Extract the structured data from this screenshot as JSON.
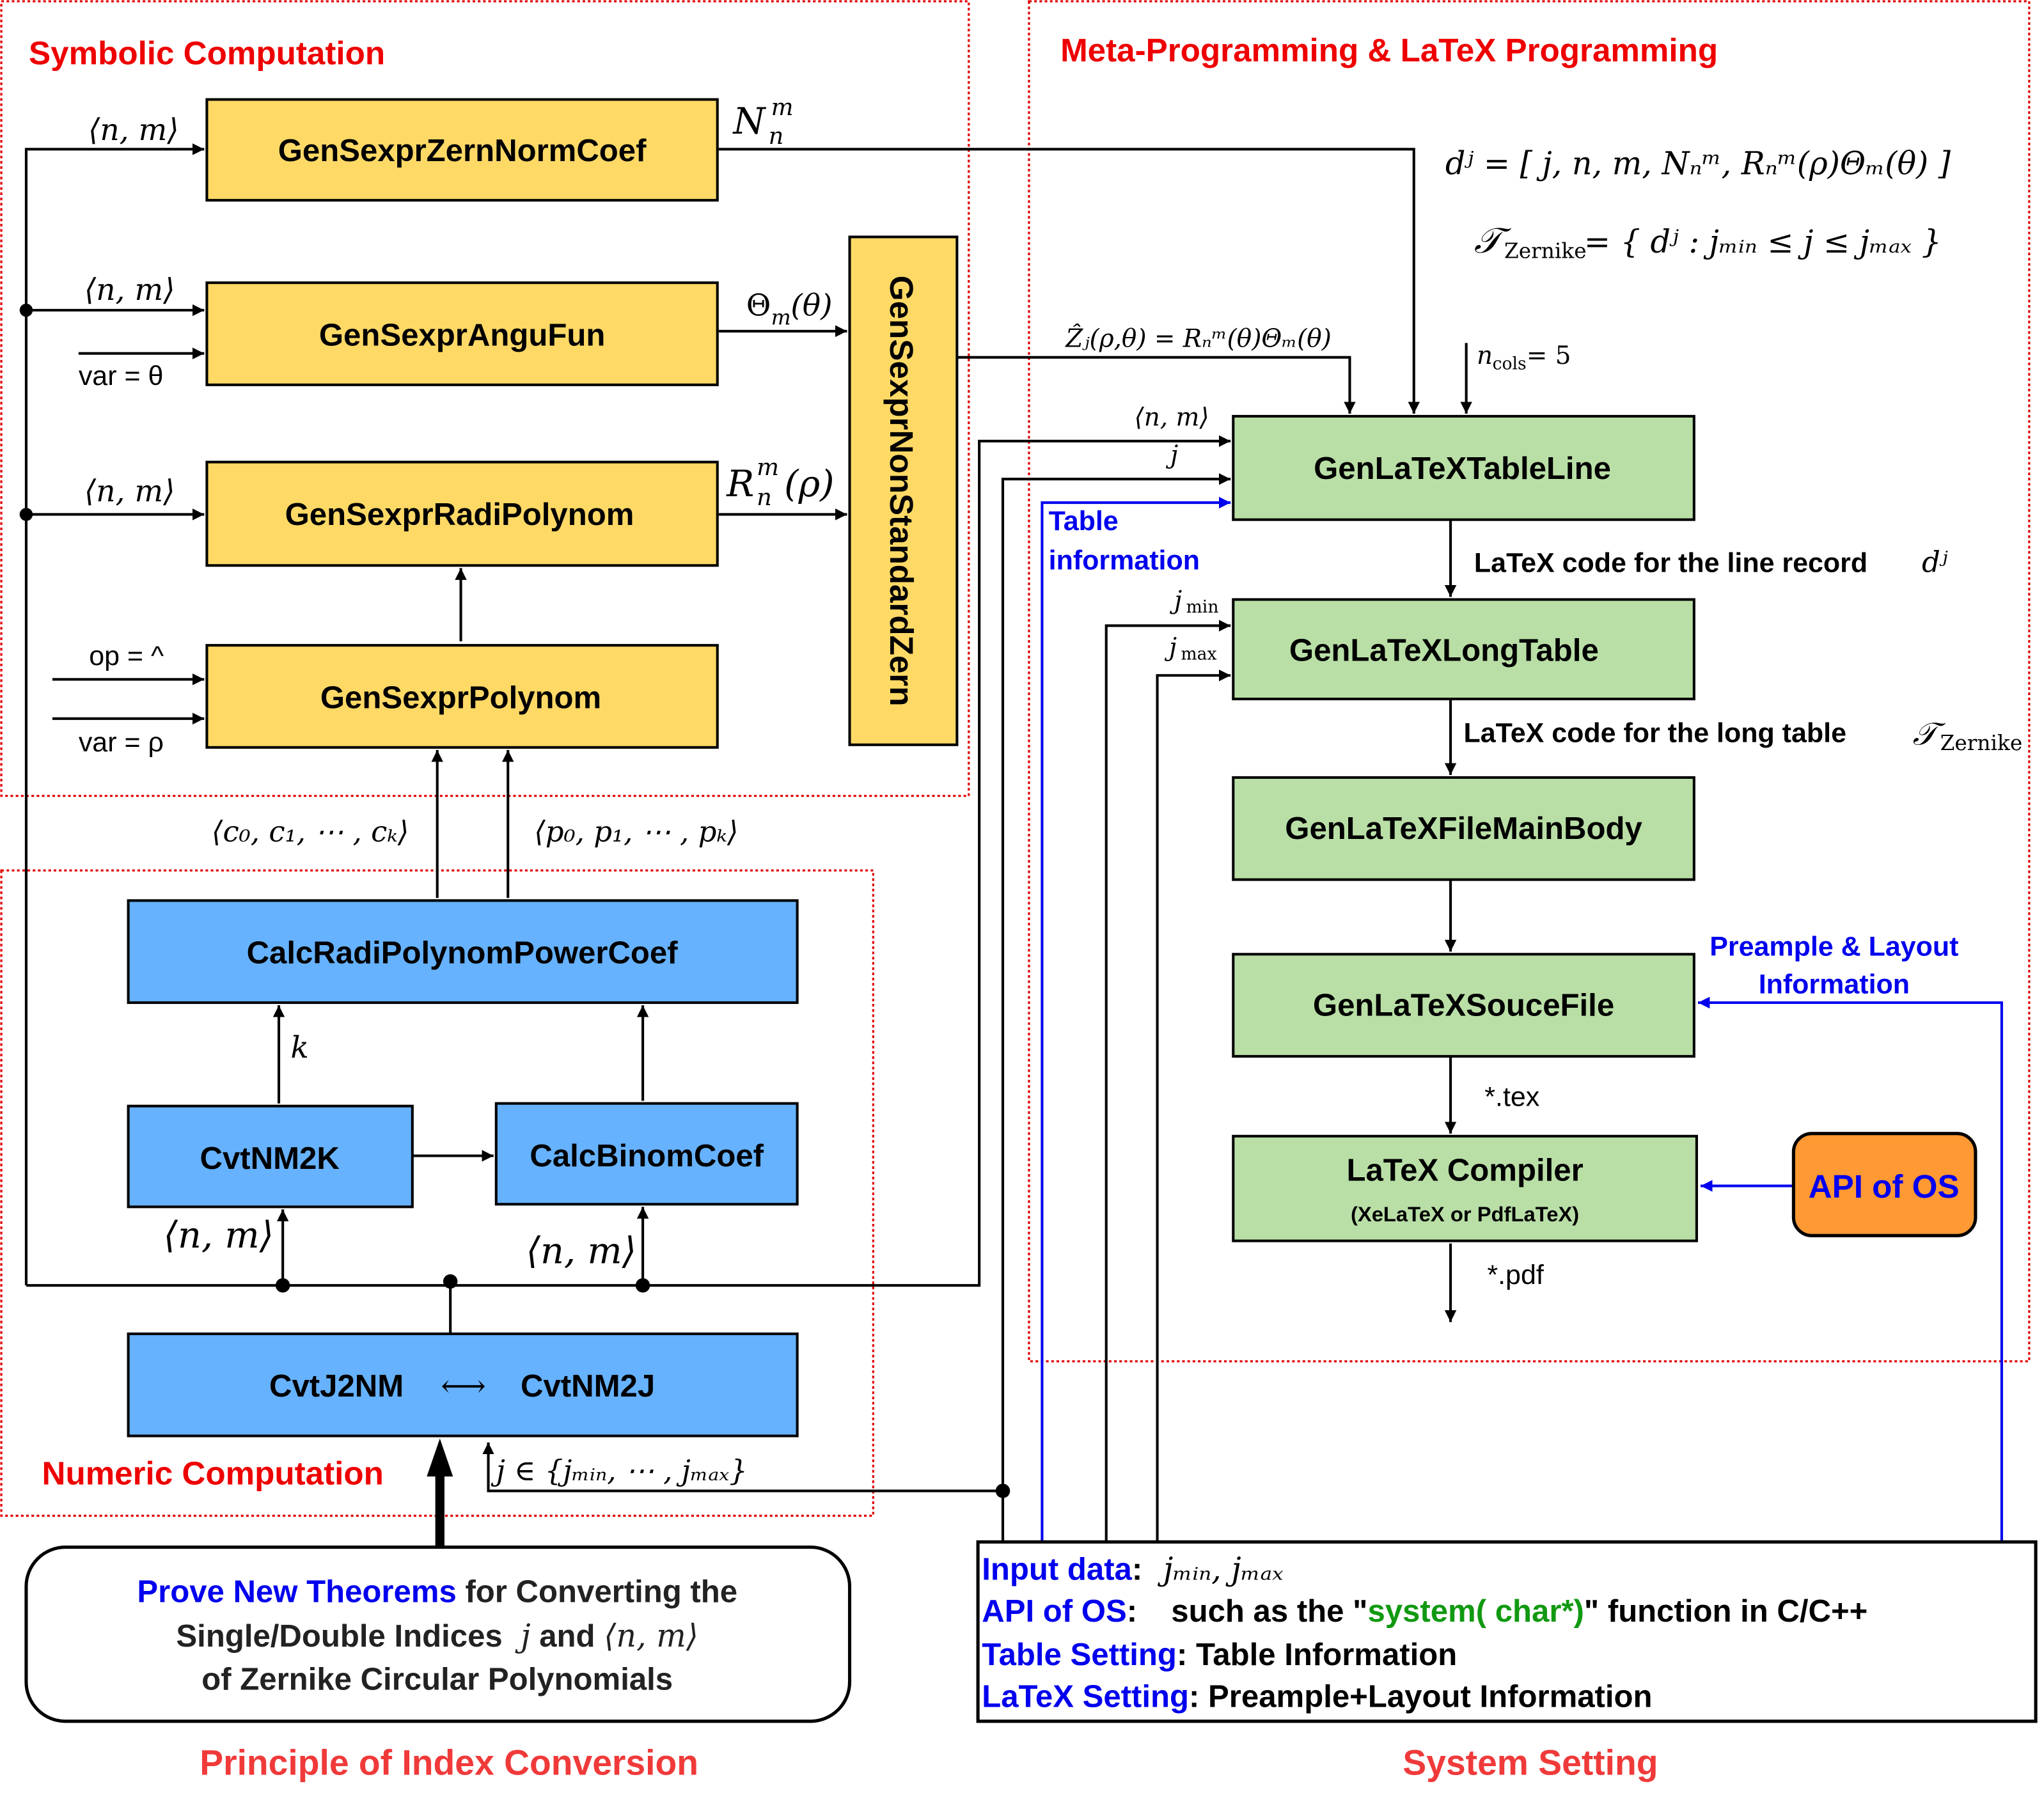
{
  "regions": {
    "symbolic": "Symbolic Computation",
    "meta": "Meta-Programming & LaTeX Programming",
    "numeric": "Numeric Computation",
    "principle": "Principle of Index Conversion",
    "system": "System Setting"
  },
  "symbolic_boxes": {
    "zern_norm_coef": "GenSexprZernNormCoef",
    "angu_fun": "GenSexprAnguFun",
    "radi_polynom": "GenSexprRadiPolynom",
    "polynom": "GenSexprPolynom",
    "non_standard_zern": "GenSexprNonStandardZern"
  },
  "numeric_boxes": {
    "power_coef": "CalcRadiPolynomPowerCoef",
    "cvt_nm2k": "CvtNM2K",
    "binom_coef": "CalcBinomCoef",
    "cvt_j2nm": "CvtJ2NM",
    "cvt_arrow": "⟷",
    "cvt_nm2j": "CvtNM2J"
  },
  "latex_boxes": {
    "table_line": "GenLaTeXTableLine",
    "long_table": "GenLaTeXLongTable",
    "main_body": "GenLaTeXFileMainBody",
    "source_file": "GenLaTeXSouceFile",
    "compiler": "LaTeX Compiler",
    "compiler_sub": "(XeLaTeX or PdfLaTeX)",
    "api_os": "API of OS"
  },
  "labels": {
    "nm": "⟨n, m⟩",
    "var_theta": "var = θ",
    "op": "op = ^",
    "var_rho": "var = ρ",
    "N_out": "N",
    "N_sup": "m",
    "N_sub": "n",
    "theta_out": "Θ",
    "theta_sub": "m",
    "theta_arg": "(θ)",
    "R_out": "R",
    "R_sup": "m",
    "R_sub": "n",
    "R_arg": "(ρ)",
    "c_coefs": "⟨c₀, c₁, ⋯ , cₖ⟩",
    "p_coefs": "⟨p₀, p₁, ⋯ , pₖ⟩",
    "k": "k",
    "zhat": "Ẑⱼ(ρ,θ) = Rₙᵐ(θ)Θₘ(θ)",
    "ncols": "n",
    "ncols_sub": "cols",
    "ncols_val": " = 5",
    "dj_formula": "dʲ = [ j, n, m, Nₙᵐ, Rₙᵐ(ρ)Θₘ(θ) ]",
    "tz_formula_T": "𝒯",
    "tz_formula_sub": "Zernike",
    "tz_formula_rest": " = { dʲ : jₘᵢₙ ≤ j ≤ jₘₐₓ }",
    "j": "j",
    "jmin": "j",
    "jmin_sub": "min",
    "jmax": "j",
    "jmax_sub": "max",
    "table_info_1": "Table",
    "table_info_2": "information",
    "line_record": "LaTeX code for the line record",
    "line_record_math": "dʲ",
    "long_table_code": "LaTeX code for the long table",
    "long_table_math": "𝒯",
    "long_table_math_sub": "Zernike",
    "tex": "*.tex",
    "pdf": "*.pdf",
    "preample_1": "Preample & Layout",
    "preample_2": "Information",
    "j_range": "j ∈ {jₘᵢₙ, ⋯ , jₘₐₓ}"
  },
  "principle_box": {
    "blue": "Prove New Theorems",
    "line1_rest": " for Converting the",
    "line2": "Single/Double Indices",
    "line2_j": "j",
    "line2_and": " and ",
    "line2_nm": "⟨n, m⟩",
    "line3": "of Zernike Circular Polynomials"
  },
  "system_box": {
    "rows": [
      {
        "key": "Input data",
        "sep": ":",
        "value": "jₘᵢₙ, jₘₐₓ"
      },
      {
        "key": "API of OS",
        "sep": ":",
        "value_pre": "such as the \"",
        "value_green": "system( char*)",
        "value_post": "\" function in C/C++"
      },
      {
        "key": "Table Setting",
        "sep": ":",
        "value": " Table Information"
      },
      {
        "key": "LaTeX Setting",
        "sep": ":",
        "value": " Preample+Layout Information"
      }
    ]
  },
  "colors": {
    "yellow": "#FFD966",
    "blue_box": "#66B2FF",
    "green_box": "#B9DFA6",
    "orange": "#FF9933",
    "region_red": "#E00000",
    "title_red": "#EE0000",
    "caption_red": "#F03A3A",
    "info_blue": "#0000EE",
    "green_text": "#119911"
  }
}
